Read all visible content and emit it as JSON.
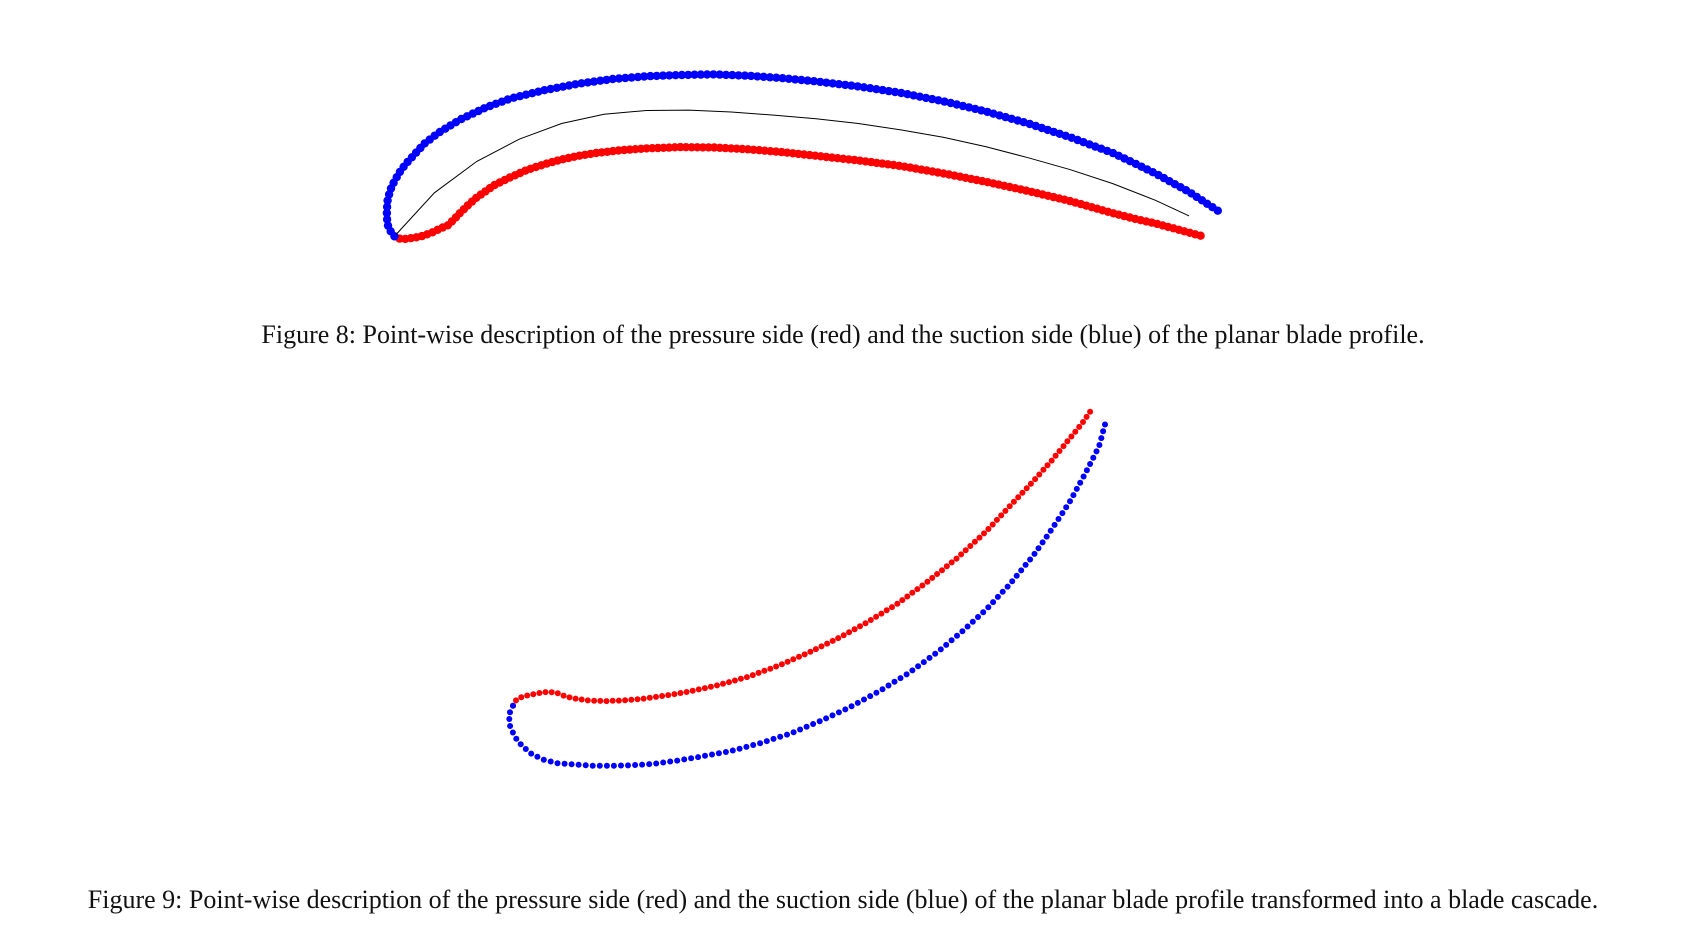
{
  "figures": [
    {
      "id": "fig8",
      "caption": "Figure 8: Point-wise description of the pressure side (red) and the suction side (blue) of the planar blade profile.",
      "chart_data": {
        "type": "scatter",
        "title": "",
        "xlabel": "",
        "ylabel": "",
        "axes_visible": false,
        "grid": false,
        "series": [
          {
            "color": "#ff0000",
            "style": "points",
            "points": [
              [
                0.3,
                0.98
              ],
              [
                0.8,
                0.992
              ],
              [
                1.6,
                0.994
              ],
              [
                2.6,
                0.988
              ],
              [
                3.6,
                0.978
              ],
              [
                4.6,
                0.962
              ],
              [
                5.6,
                0.94
              ],
              [
                6.6,
                0.92
              ],
              [
                7.4,
                0.885
              ],
              [
                8,
                0.855
              ],
              [
                9,
                0.81
              ],
              [
                10,
                0.77
              ],
              [
                12,
                0.705
              ],
              [
                14,
                0.66
              ],
              [
                16,
                0.62
              ],
              [
                18,
                0.59
              ],
              [
                20,
                0.565
              ],
              [
                22,
                0.545
              ],
              [
                24,
                0.53
              ],
              [
                27,
                0.515
              ],
              [
                30,
                0.505
              ],
              [
                34,
                0.498
              ],
              [
                38,
                0.5
              ],
              [
                42,
                0.51
              ],
              [
                46,
                0.525
              ],
              [
                50,
                0.545
              ],
              [
                55,
                0.57
              ],
              [
                60,
                0.6
              ],
              [
                65,
                0.64
              ],
              [
                70,
                0.685
              ],
              [
                75,
                0.735
              ],
              [
                80,
                0.79
              ],
              [
                85,
                0.855
              ],
              [
                88,
                0.89
              ],
              [
                90,
                0.91
              ],
              [
                92,
                0.935
              ],
              [
                94,
                0.96
              ],
              [
                96,
                0.985
              ]
            ]
          },
          {
            "color": "#0000ff",
            "style": "points",
            "points": [
              [
                0.3,
                0.98
              ],
              [
                -0.2,
                0.95
              ],
              [
                -0.5,
                0.92
              ],
              [
                -0.6,
                0.88
              ],
              [
                -0.6,
                0.83
              ],
              [
                -0.5,
                0.78
              ],
              [
                -0.2,
                0.73
              ],
              [
                0.2,
                0.69
              ],
              [
                0.8,
                0.64
              ],
              [
                1.6,
                0.59
              ],
              [
                2.6,
                0.54
              ],
              [
                3.8,
                0.48
              ],
              [
                5.5,
                0.42
              ],
              [
                8,
                0.35
              ],
              [
                11,
                0.285
              ],
              [
                14,
                0.235
              ],
              [
                18,
                0.19
              ],
              [
                22,
                0.155
              ],
              [
                26,
                0.13
              ],
              [
                30,
                0.115
              ],
              [
                34,
                0.108
              ],
              [
                38,
                0.105
              ],
              [
                42,
                0.112
              ],
              [
                46,
                0.125
              ],
              [
                50,
                0.143
              ],
              [
                55,
                0.17
              ],
              [
                60,
                0.205
              ],
              [
                65,
                0.25
              ],
              [
                70,
                0.305
              ],
              [
                75,
                0.37
              ],
              [
                80,
                0.445
              ],
              [
                85,
                0.53
              ],
              [
                88,
                0.595
              ],
              [
                90,
                0.64
              ],
              [
                92,
                0.69
              ],
              [
                94,
                0.74
              ],
              [
                96,
                0.8
              ],
              [
                98,
                0.86
              ]
            ]
          },
          {
            "color": "#000000",
            "style": "line",
            "points": [
              [
                0.5,
                0.97
              ],
              [
                5,
                0.745
              ],
              [
                10,
                0.575
              ],
              [
                15,
                0.455
              ],
              [
                20,
                0.37
              ],
              [
                25,
                0.32
              ],
              [
                30,
                0.3
              ],
              [
                35,
                0.298
              ],
              [
                40,
                0.308
              ],
              [
                45,
                0.325
              ],
              [
                50,
                0.345
              ],
              [
                55,
                0.37
              ],
              [
                60,
                0.405
              ],
              [
                65,
                0.445
              ],
              [
                70,
                0.495
              ],
              [
                75,
                0.555
              ],
              [
                80,
                0.62
              ],
              [
                85,
                0.695
              ],
              [
                90,
                0.785
              ],
              [
                94,
                0.87
              ]
            ]
          }
        ]
      }
    },
    {
      "id": "fig9",
      "caption": "Figure 9: Point-wise description of the pressure side (red) and the suction side (blue) of the planar blade profile transformed into a blade cascade.",
      "chart_data": {
        "type": "scatter",
        "title": "",
        "xlabel": "",
        "ylabel": "",
        "axes_visible": false,
        "grid": false,
        "series": [
          {
            "color": "#ff0000",
            "style": "points",
            "points": [
              [
                0.5,
                0.815
              ],
              [
                1,
                0.8
              ],
              [
                2,
                0.79
              ],
              [
                3.3,
                0.785
              ],
              [
                4.8,
                0.78
              ],
              [
                6.5,
                0.776
              ],
              [
                8,
                0.78
              ],
              [
                9.5,
                0.79
              ],
              [
                11,
                0.795
              ],
              [
                13,
                0.8
              ],
              [
                16,
                0.802
              ],
              [
                19,
                0.8
              ],
              [
                22,
                0.796
              ],
              [
                26,
                0.787
              ],
              [
                30,
                0.776
              ],
              [
                35,
                0.758
              ],
              [
                40,
                0.735
              ],
              [
                45,
                0.705
              ],
              [
                50,
                0.67
              ],
              [
                55,
                0.63
              ],
              [
                60,
                0.585
              ],
              [
                65,
                0.535
              ],
              [
                70,
                0.475
              ],
              [
                75,
                0.41
              ],
              [
                80,
                0.335
              ],
              [
                84,
                0.265
              ],
              [
                88,
                0.195
              ],
              [
                91,
                0.14
              ],
              [
                94,
                0.08
              ],
              [
                96,
                0.04
              ],
              [
                97.5,
                0.005
              ]
            ]
          },
          {
            "color": "#0000ff",
            "style": "points",
            "points": [
              [
                0.5,
                0.815
              ],
              [
                -0.2,
                0.84
              ],
              [
                0,
                0.87
              ],
              [
                0.8,
                0.9
              ],
              [
                2,
                0.925
              ],
              [
                3.6,
                0.947
              ],
              [
                5.5,
                0.963
              ],
              [
                8,
                0.973
              ],
              [
                11,
                0.977
              ],
              [
                14,
                0.98
              ],
              [
                17,
                0.98
              ],
              [
                20,
                0.979
              ],
              [
                24,
                0.975
              ],
              [
                28,
                0.966
              ],
              [
                32,
                0.955
              ],
              [
                37,
                0.94
              ],
              [
                42,
                0.918
              ],
              [
                47,
                0.892
              ],
              [
                52,
                0.858
              ],
              [
                57,
                0.82
              ],
              [
                62,
                0.775
              ],
              [
                67,
                0.725
              ],
              [
                72,
                0.665
              ],
              [
                76,
                0.61
              ],
              [
                80,
                0.55
              ],
              [
                84,
                0.48
              ],
              [
                88,
                0.4
              ],
              [
                91,
                0.33
              ],
              [
                94,
                0.255
              ],
              [
                97,
                0.165
              ],
              [
                99,
                0.1
              ],
              [
                100,
                0.04
              ]
            ]
          }
        ]
      }
    }
  ]
}
